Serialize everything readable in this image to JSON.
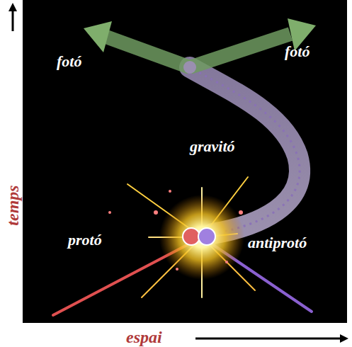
{
  "diagram": {
    "labels": [
      "fotó",
      "fotó",
      "gravitó",
      "protó",
      "antiprotó",
      "temps",
      "espai"
    ]
  }
}
